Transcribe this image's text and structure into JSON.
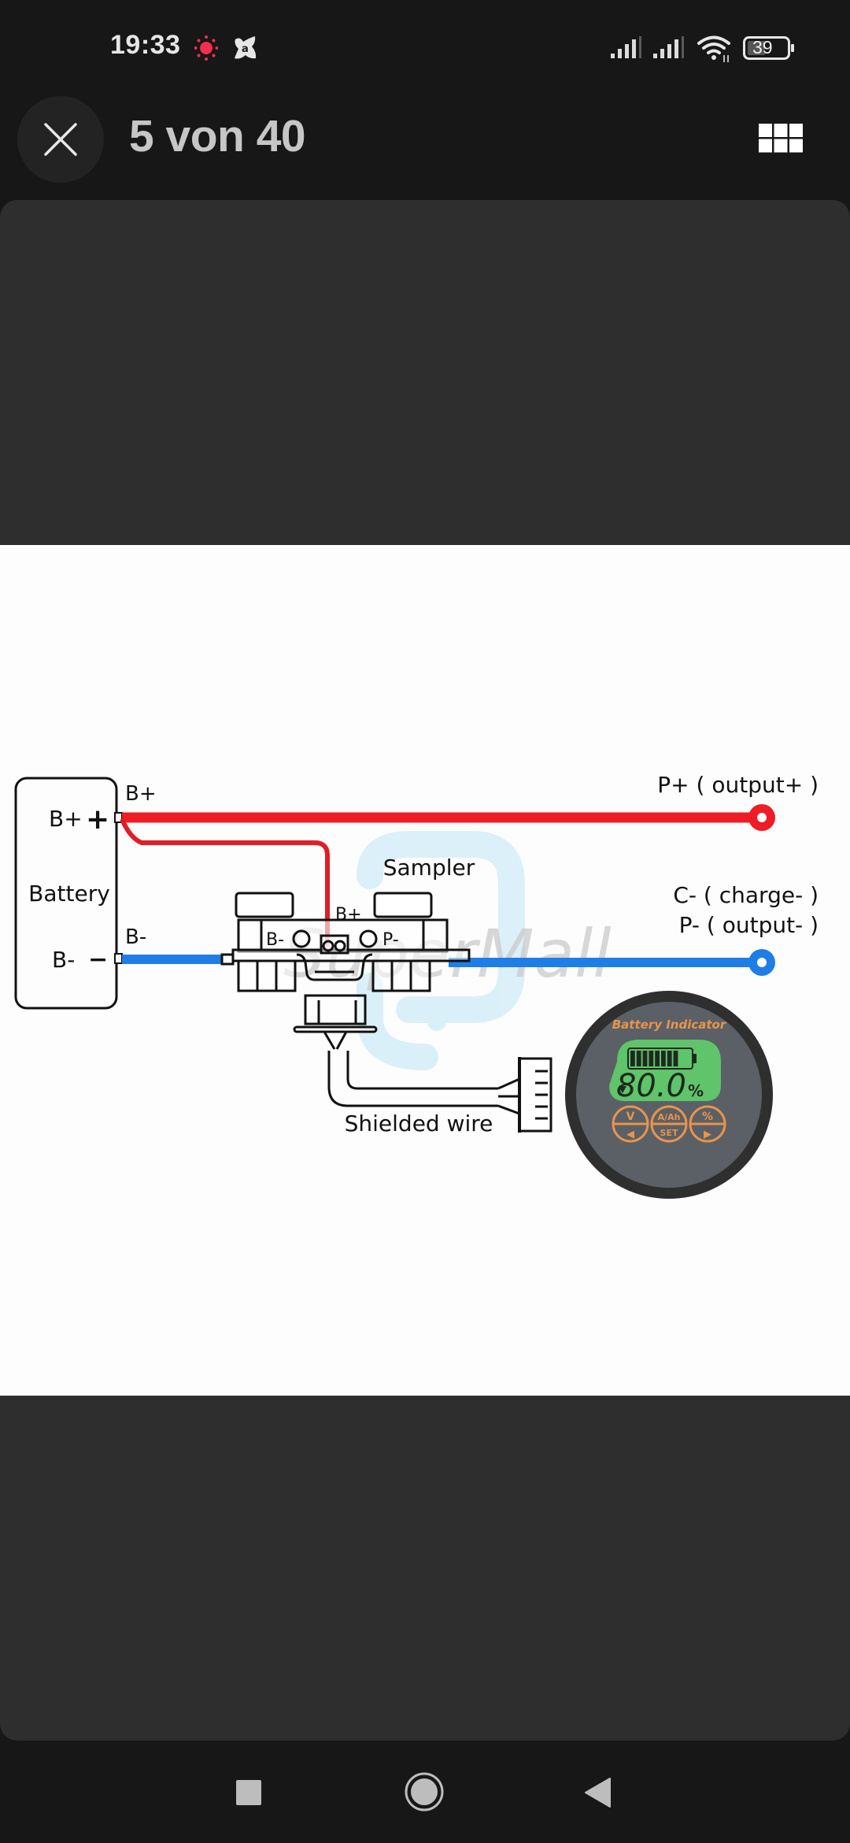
{
  "status_bar": {
    "time": "19:33",
    "notification_icons": [
      "recording-dot-icon",
      "antivirus-icon"
    ],
    "system_icons": [
      "signal-sim1-icon",
      "signal-sim2-icon",
      "wifi-icon",
      "battery-icon"
    ],
    "battery_level": "39"
  },
  "header": {
    "close_icon": "close-icon",
    "title": "5 von 40",
    "grid_icon": "grid-view-icon"
  },
  "image": {
    "description": "Battery monitor wiring diagram",
    "labels": {
      "battery": "Battery",
      "battery_pos": "B+",
      "battery_pos_sign": "+",
      "battery_neg": "B-",
      "battery_neg_sign": "−",
      "wire_pos": "B+",
      "wire_neg": "B-",
      "p_plus": "P+ ( output+ )",
      "c_minus": "C- ( charge- )",
      "p_minus": "P- ( output- )",
      "sampler": "Sampler",
      "sampler_b_plus": "B+",
      "sampler_b_minus": "B-",
      "sampler_p_minus": "P-",
      "shielded_wire": "Shielded wire",
      "watermark": "SuperMall"
    },
    "indicator": {
      "title": "Battery Indicator",
      "reading": "80.0",
      "unit": "%",
      "bar_segments_filled": 8,
      "bar_segments_total": 10,
      "buttons": [
        {
          "top": "V",
          "bottom": "◀"
        },
        {
          "top": "A/Ah",
          "bottom": "SET"
        },
        {
          "top": "%",
          "bottom": "▶"
        }
      ]
    },
    "colors": {
      "positive_wire": "#ee1c24",
      "negative_wire": "#1e7ee6",
      "lcd": "#5fc46a",
      "accent_text": "#e8944a",
      "bezel": "#303030",
      "face": "#5b6066"
    }
  },
  "nav_bar": {
    "buttons": [
      "recents-icon",
      "home-icon",
      "back-icon"
    ]
  }
}
